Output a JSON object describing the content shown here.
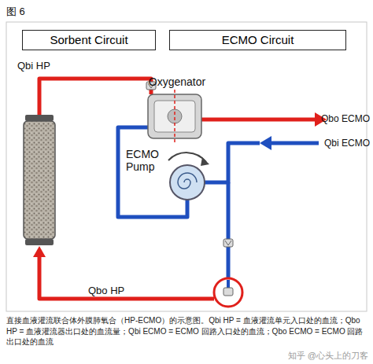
{
  "diagram": {
    "title": "图 6",
    "caption": "直接血液灌流联合体外膜肺氧合（HP-ECMO）的示意图。Qbi HP = 血液灌流单元入口处的血流；Qbo HP = 血液灌流器出口处的血流量；Qbi ECMO = ECMO 回路入口处的血流；Qbo ECMO = ECMO 回路出口处的血流",
    "nodes": [
      {
        "text": [
          "Sorbent Circuit"
        ]
      },
      {
        "text": [
          "ECMO Circuit"
        ]
      }
    ],
    "labels": [
      "Qbi HP",
      "Oxygenator",
      "Qbo ECMO",
      "Qbi ECMO",
      "ECMO Pump",
      "Qbo HP",
      "知乎 @心头上的刀客"
    ]
  }
}
